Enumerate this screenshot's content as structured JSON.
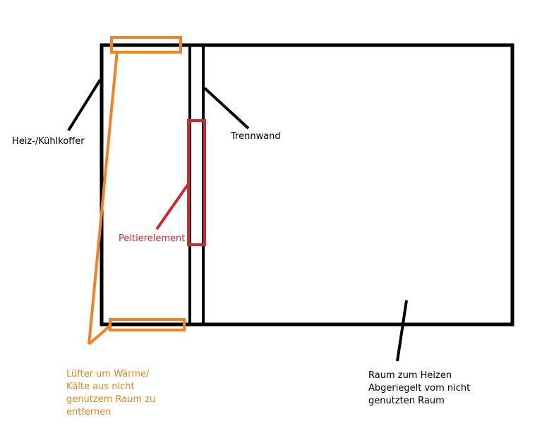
{
  "colors": {
    "wall": "#000000",
    "peltier": "#d0282f",
    "fan": "#f58220",
    "background": "#ffffff"
  },
  "labels": {
    "heiz_kuehlkoffer": "Heiz-/Kühlkoffer",
    "trennwand": "Trennwand",
    "peltierelement": "Peltierelement",
    "luefter": [
      "Lüfter um Wärme/",
      "Kälte aus nicht",
      "genutzem Raum zu",
      "entfernen"
    ],
    "raum": [
      "Raum zum Heizen",
      "Abgeriegelt vom nicht",
      "genutzten Raum"
    ]
  }
}
